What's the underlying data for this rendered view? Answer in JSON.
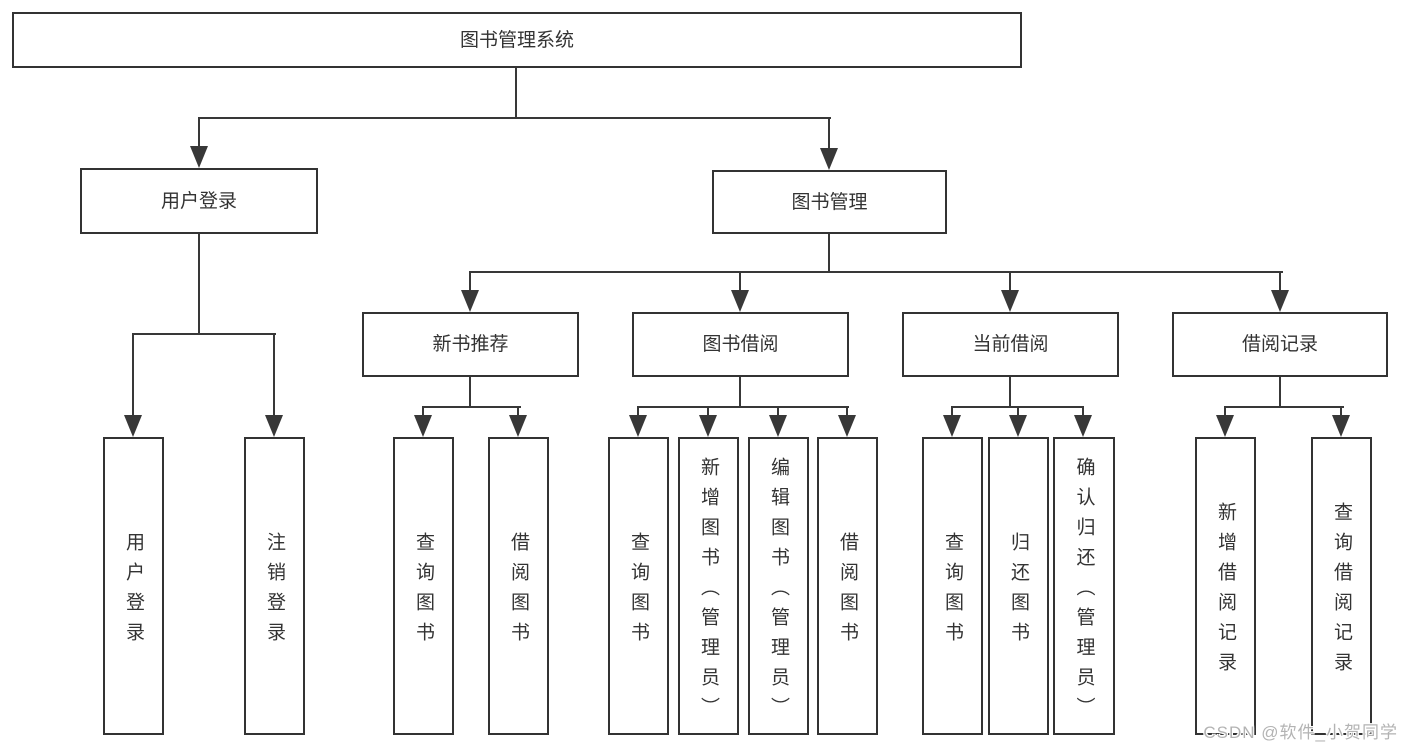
{
  "diagram": {
    "root": {
      "label": "图书管理系统"
    },
    "level2": [
      {
        "label": "用户登录"
      },
      {
        "label": "图书管理"
      }
    ],
    "level3": [
      {
        "label": "新书推荐"
      },
      {
        "label": "图书借阅"
      },
      {
        "label": "当前借阅"
      },
      {
        "label": "借阅记录"
      }
    ],
    "leaves": {
      "user_login": [
        "用户登录",
        "注销登录"
      ],
      "new_book": [
        "查询图书",
        "借阅图书"
      ],
      "book_borrow": [
        "查询图书",
        "新增图书（管理员）",
        "编辑图书（管理员）",
        "借阅图书"
      ],
      "current_borrow": [
        "查询图书",
        "归还图书",
        "确认归还（管理员）"
      ],
      "borrow_record": [
        "新增借阅记录",
        "查询借阅记录"
      ]
    }
  },
  "watermark": {
    "text": "CSDN @软件_小贺同学"
  },
  "colors": {
    "line": "#383838",
    "box_border": "#333333",
    "text": "#333333",
    "watermark": "#b3b3b3",
    "background": "#ffffff"
  }
}
